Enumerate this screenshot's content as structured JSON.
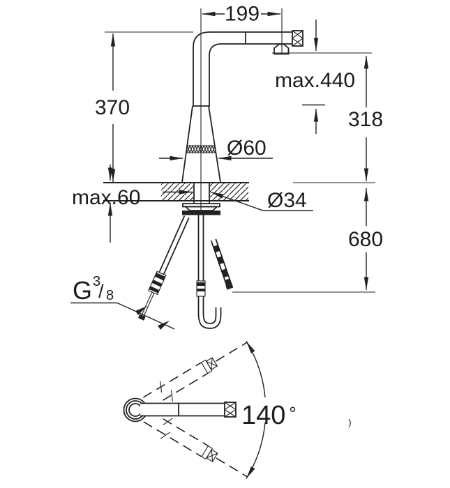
{
  "drawing": {
    "background_color": "#ffffff",
    "line_color": "#222222",
    "text_color": "#1c1c1c",
    "dimensions": {
      "spout_reach": "199",
      "max_pullout_height": "max.440",
      "spout_height_above_counter": "318",
      "body_height": "370",
      "max_counter_thickness": "max.60",
      "body_diameter": "Ø60",
      "mounting_hole_diameter": "Ø34",
      "clearance_below_counter": "680",
      "swivel_angle_value": "140",
      "swivel_angle_unit": "°",
      "thread": {
        "prefix": "G",
        "numerator": "3",
        "slash": "/",
        "denominator": "8"
      }
    }
  }
}
